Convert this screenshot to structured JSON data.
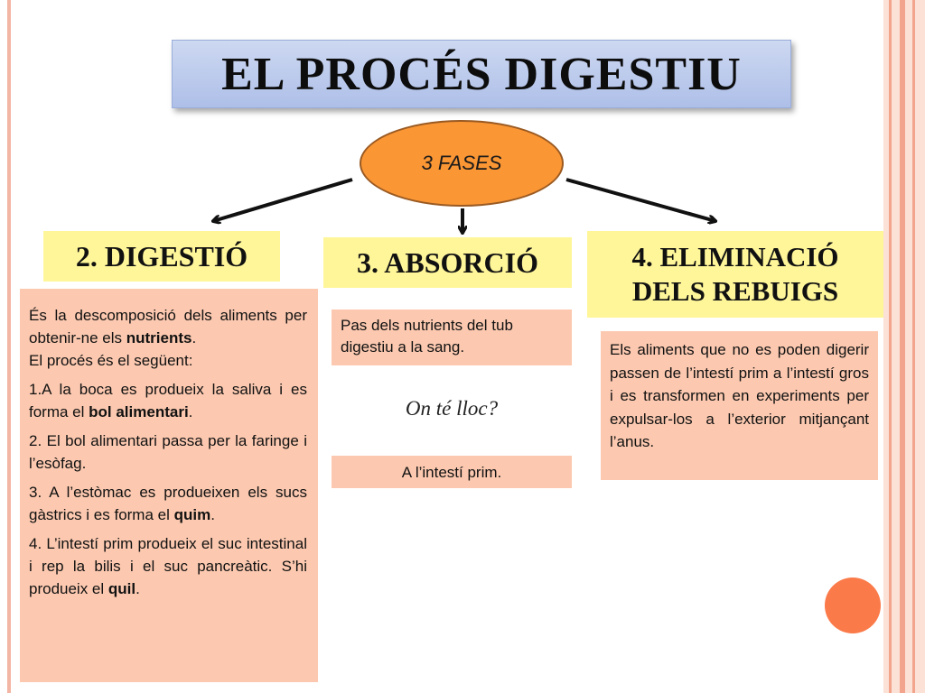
{
  "title": "EL PROCÉS DIGESTIU",
  "center": {
    "label": "3 FASES"
  },
  "phases": {
    "digestio": {
      "heading": "2. DIGESTIÓ",
      "intro_a": "És la descomposició dels aliments per obtenir-ne els ",
      "intro_b": "nutrients",
      "intro_c": ".",
      "intro2": "El procés és el següent:",
      "step1_a": "1.A la boca es produeix la saliva i es forma el ",
      "step1_b": "bol alimentari",
      "step1_c": ".",
      "step2": "2. El bol alimentari passa per la faringe i l’esòfag.",
      "step3_a": "3. A l’estòmac es produeixen els sucs gàstrics i es forma el ",
      "step3_b": "quim",
      "step3_c": ".",
      "step4_a": "4. L’intestí prim produeix el suc intestinal i rep la bilis i el suc pancreàtic. S’hi produeix el ",
      "step4_b": "quil",
      "step4_c": "."
    },
    "absorcio": {
      "heading": "3. ABSORCIÓ",
      "description": "Pas dels nutrients del tub digestiu a la sang.",
      "question": "On té lloc?",
      "answer": "A l’intestí prim."
    },
    "eliminacio": {
      "heading_line1": "4. ELIMINACIÓ",
      "heading_line2": "DELS REBUIGS",
      "description": "Els aliments que no es poden digerir passen de l’intestí prim a l’intestí gros i es transformen en experiments per expulsar-los a l’exterior mitjançant l’anus."
    }
  },
  "colors": {
    "title_bg": "#b9c8ec",
    "ellipse": "#fb9634",
    "phase_bg": "#fff69a",
    "desc_bg": "#fcc9b0",
    "accent_dot": "#fb7a49"
  }
}
